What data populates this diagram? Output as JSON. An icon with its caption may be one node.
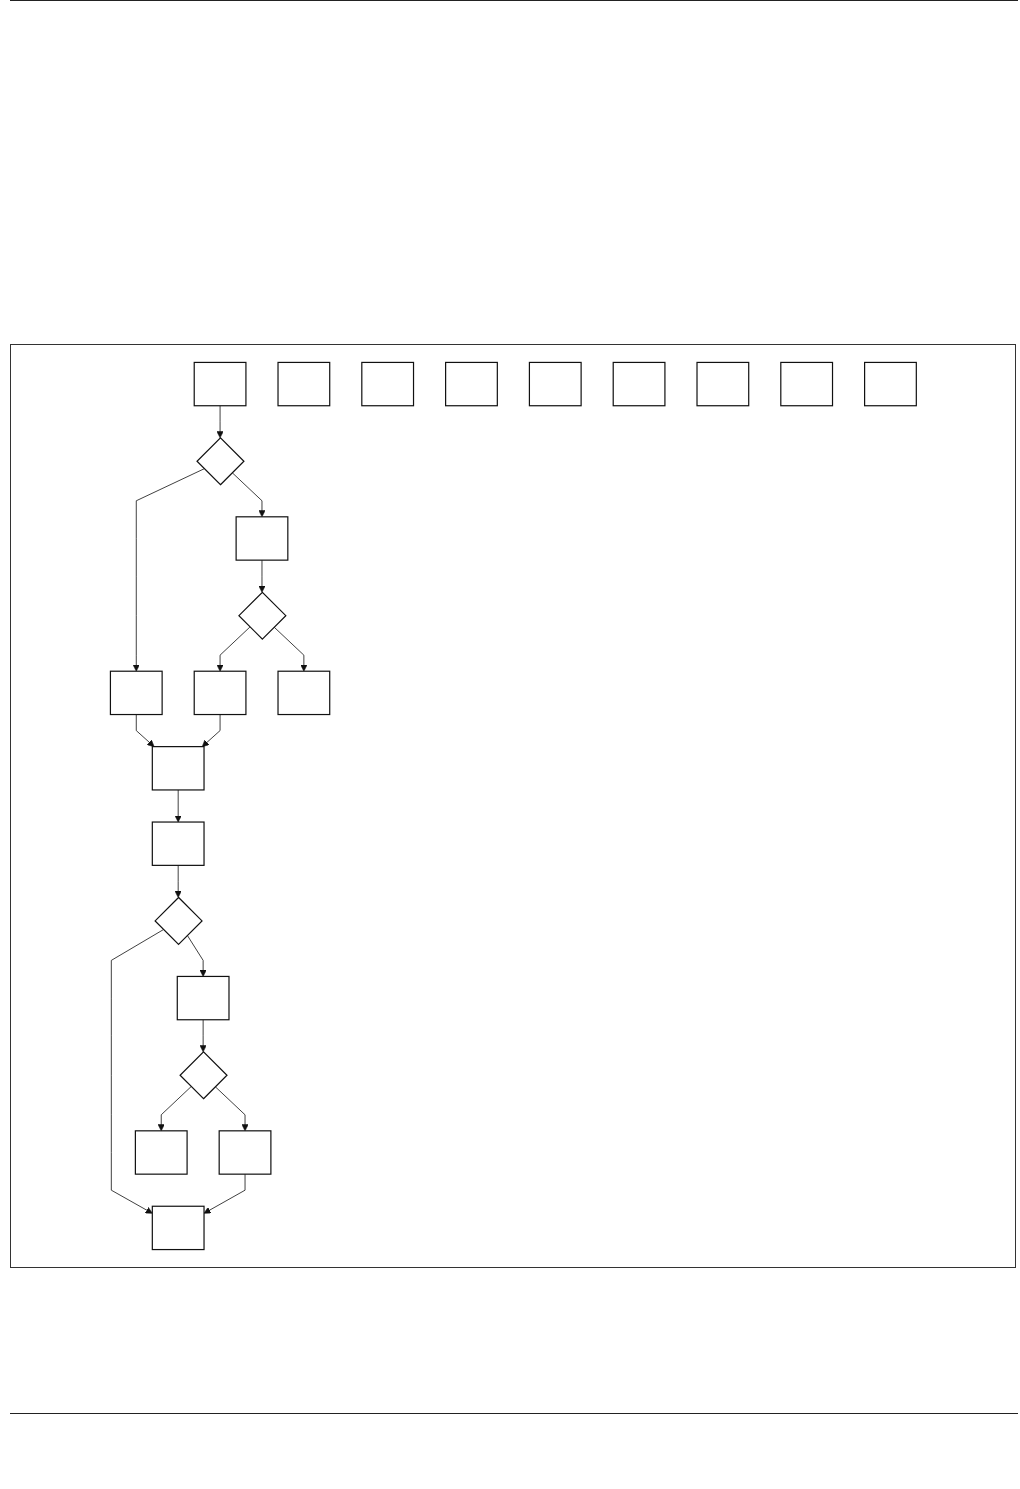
{
  "diagram": {
    "nodes": [
      {
        "text": [],
        "shape": "box"
      },
      {
        "text": [],
        "shape": "diamond"
      },
      {
        "text": [],
        "shape": "box"
      },
      {
        "text": [],
        "shape": "box"
      },
      {
        "text": [],
        "shape": "diamond"
      },
      {
        "text": [],
        "shape": "box"
      },
      {
        "text": [],
        "shape": "box"
      },
      {
        "text": [],
        "shape": "box"
      },
      {
        "text": [],
        "shape": "box"
      },
      {
        "text": [],
        "shape": "diamond"
      },
      {
        "text": [],
        "shape": "box"
      },
      {
        "text": [],
        "shape": "diamond"
      },
      {
        "text": [],
        "shape": "box"
      },
      {
        "text": [],
        "shape": "box"
      },
      {
        "text": [],
        "shape": "box"
      },
      {
        "text": [],
        "shape": "box"
      },
      {
        "text": [],
        "shape": "box"
      },
      {
        "text": [],
        "shape": "box"
      },
      {
        "text": [],
        "shape": "box"
      },
      {
        "text": [],
        "shape": "box"
      },
      {
        "text": [],
        "shape": "box"
      },
      {
        "text": [],
        "shape": "box"
      },
      {
        "text": [],
        "shape": "box"
      }
    ],
    "edges": [
      {
        "from": 0,
        "to": 1,
        "arrow": "to"
      },
      {
        "from": 1,
        "to": 2,
        "arrow": "to"
      },
      {
        "from": 1,
        "to": 3,
        "arrow": "to"
      },
      {
        "from": 2,
        "to": 4,
        "arrow": "to"
      },
      {
        "from": 3,
        "to": 5,
        "arrow": "to"
      },
      {
        "from": 4,
        "to": 8,
        "arrow": "to"
      },
      {
        "from": 4,
        "to": 7,
        "arrow": "to"
      },
      {
        "from": 7,
        "to": 5,
        "arrow": "to"
      },
      {
        "from": 5,
        "to": 6,
        "arrow": "to"
      },
      {
        "from": 6,
        "to": 9,
        "arrow": "to"
      },
      {
        "from": 9,
        "to": 10,
        "arrow": "to"
      },
      {
        "from": 9,
        "to": 12,
        "arrow": "to"
      },
      {
        "from": 10,
        "to": 11,
        "arrow": "to"
      },
      {
        "from": 11,
        "to": 13,
        "arrow": "to"
      },
      {
        "from": 11,
        "to": 14,
        "arrow": "to"
      },
      {
        "from": 13,
        "to": 12,
        "arrow": "to"
      }
    ]
  }
}
